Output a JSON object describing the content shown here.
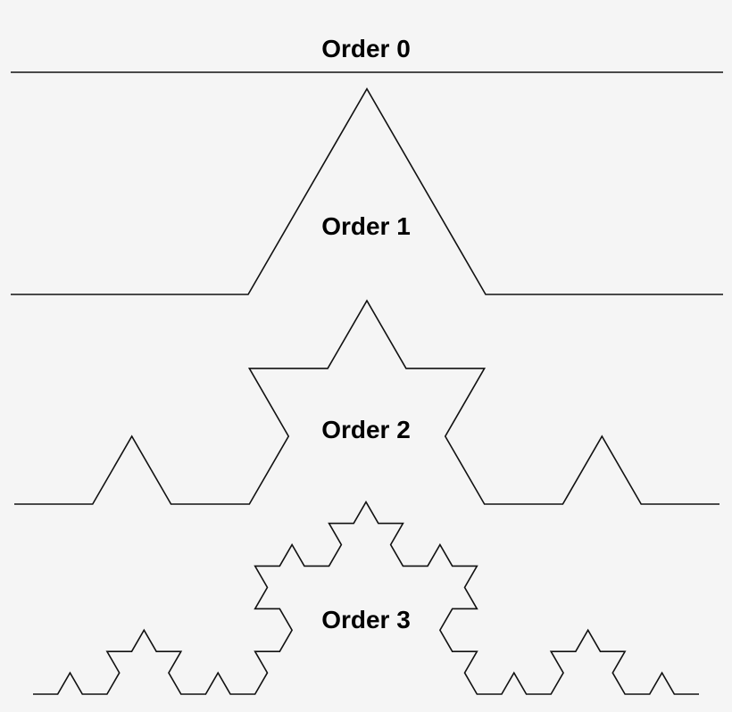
{
  "diagram": {
    "background": "#f5f5f5",
    "stroke_color": "#111111",
    "label_color": "#000000",
    "curves": [
      {
        "order": 0,
        "label": "Order 0"
      },
      {
        "order": 1,
        "label": "Order 1"
      },
      {
        "order": 2,
        "label": "Order 2"
      },
      {
        "order": 3,
        "label": "Order 3"
      }
    ]
  }
}
